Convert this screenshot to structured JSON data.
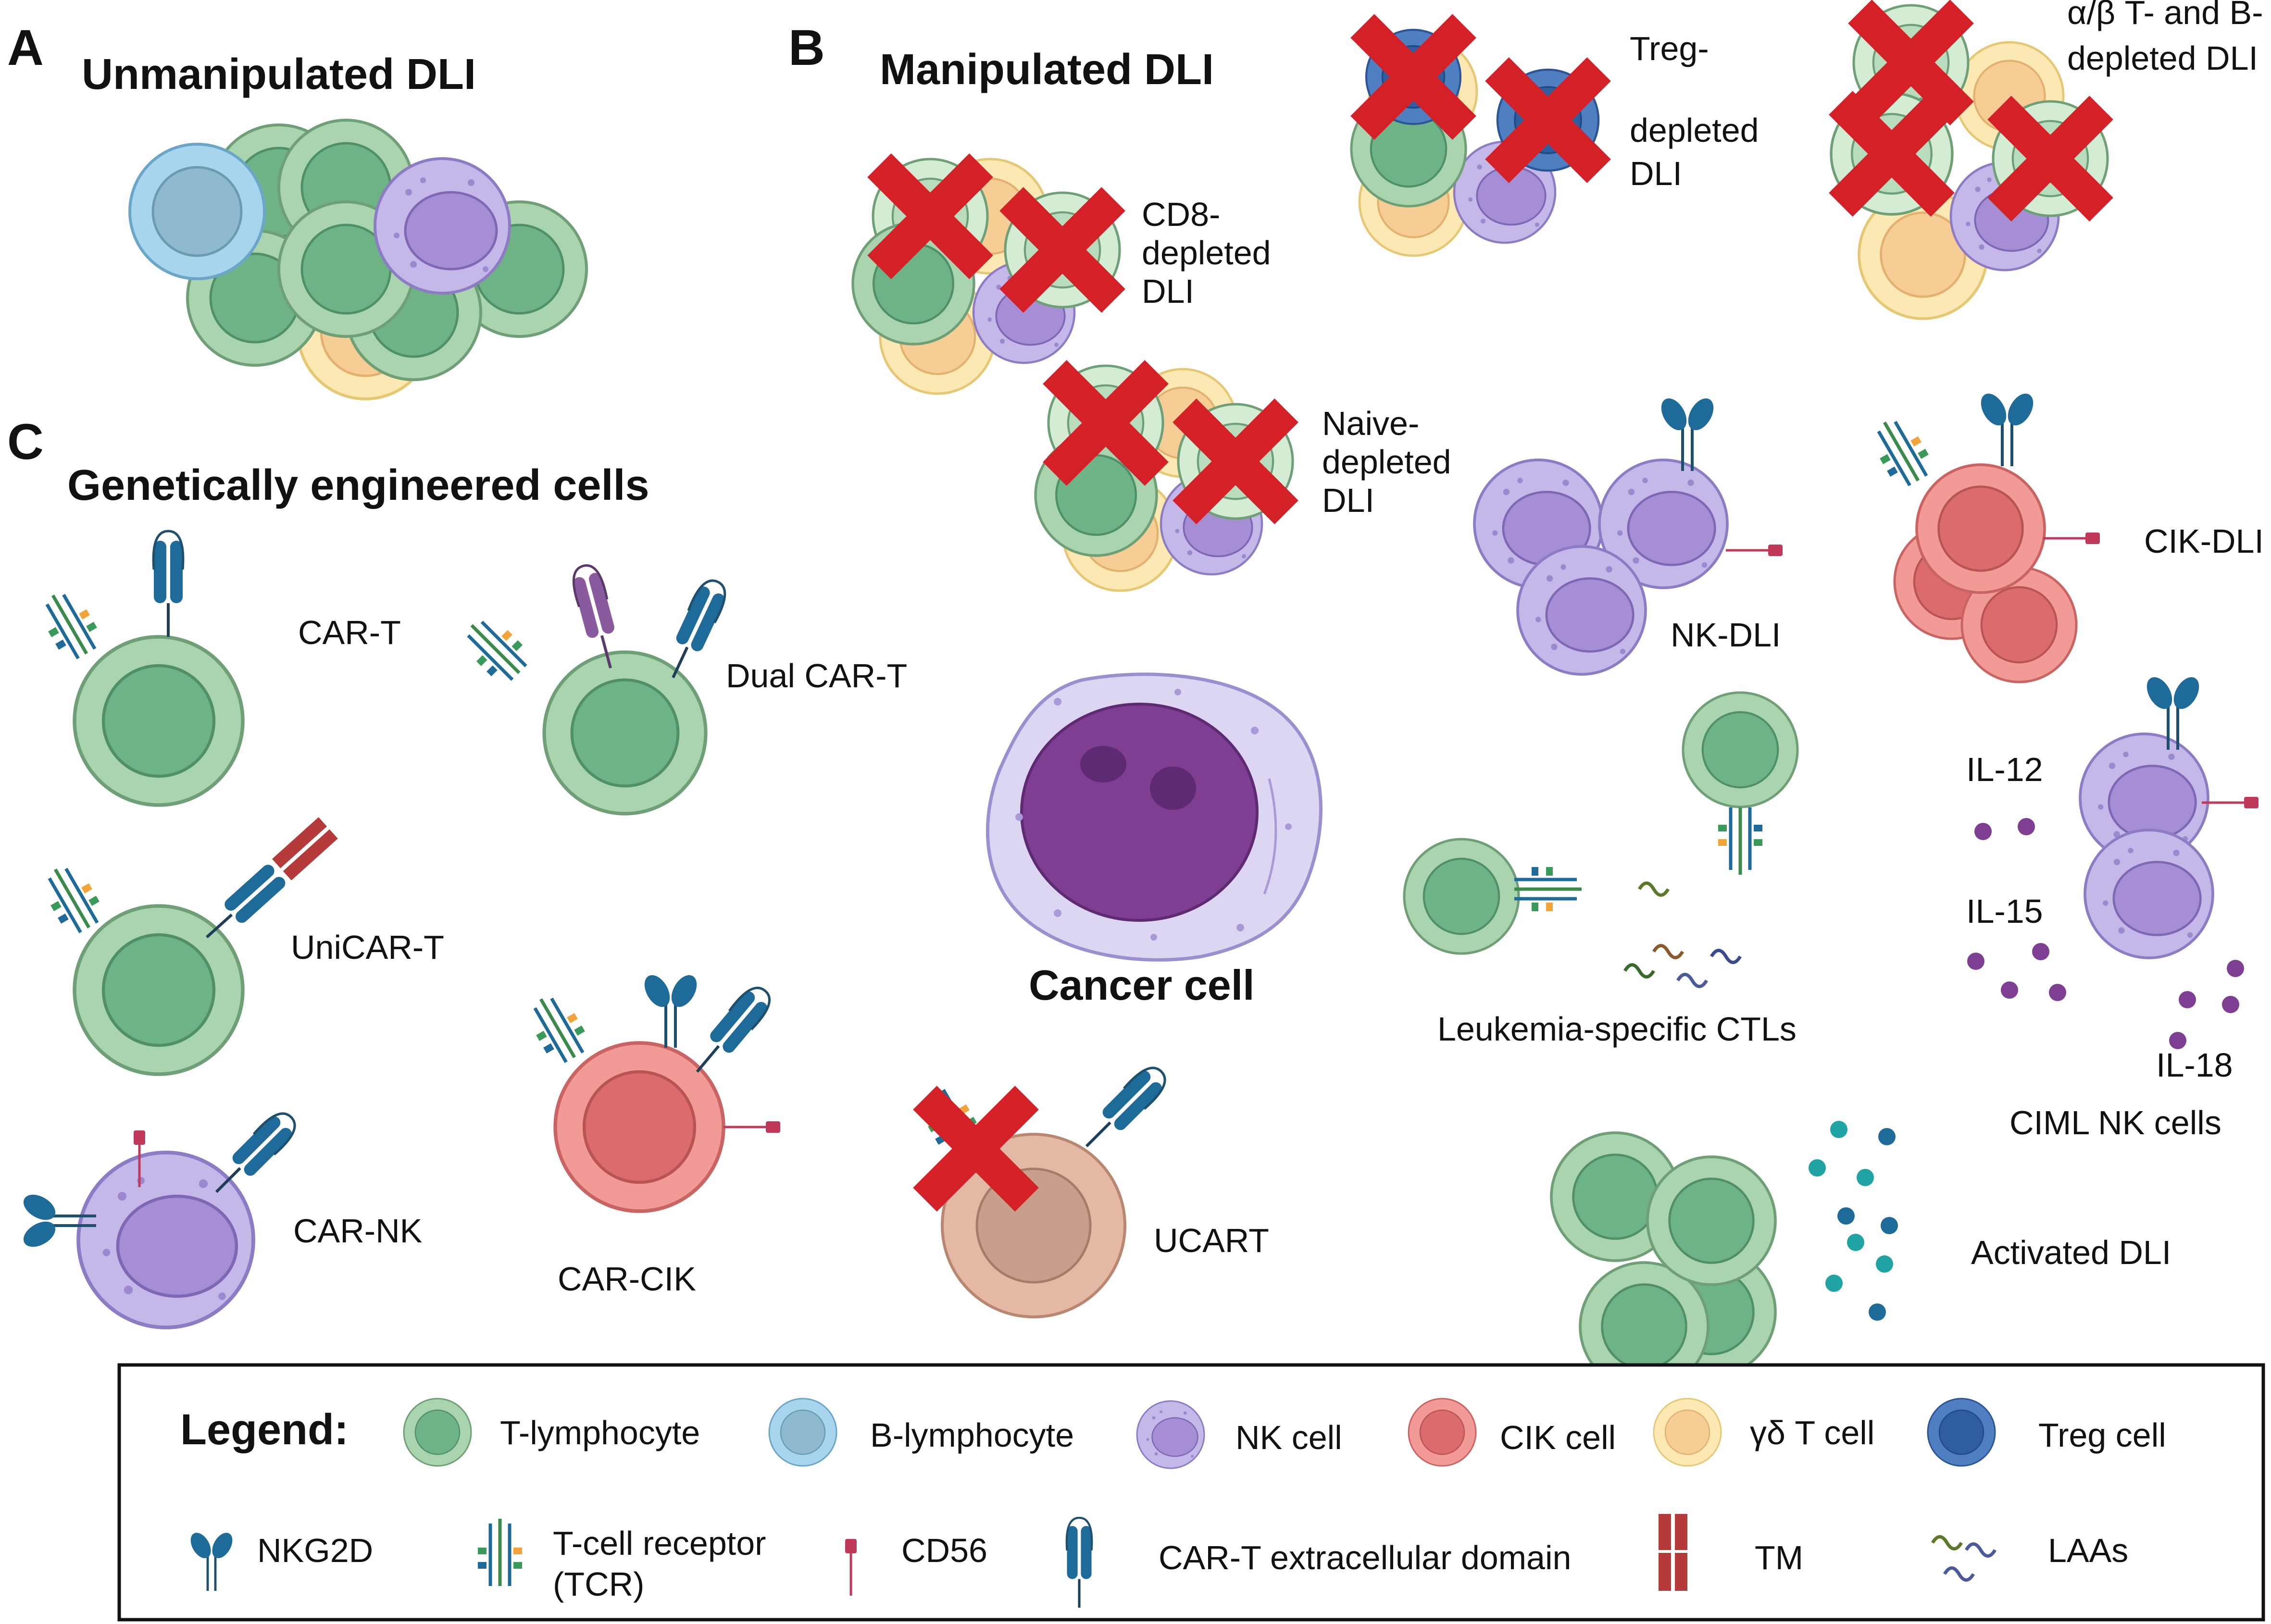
{
  "panels": {
    "a": {
      "letter": "A",
      "title": "Unmanipulated DLI"
    },
    "b": {
      "letter": "B",
      "title": "Manipulated DLI",
      "items": {
        "cd8": [
          "CD8-",
          "depleted",
          "DLI"
        ],
        "treg": [
          "Treg-",
          "depleted",
          "DLI"
        ],
        "ab": [
          "α/β T- and B-",
          "depleted DLI"
        ],
        "naive": [
          "Naive-",
          "depleted",
          "DLI"
        ],
        "nk": "NK-DLI",
        "cik": "CIK-DLI",
        "ctl": "Leukemia-specific CTLs",
        "ciml": "CIML NK cells",
        "il12": "IL-12",
        "il15": "IL-15",
        "il18": "IL-18",
        "activated": "Activated DLI",
        "cancer": "Cancer cell"
      }
    },
    "c": {
      "letter": "C",
      "title": "Genetically engineered cells",
      "items": {
        "cart": "CAR-T",
        "dual": "Dual CAR-T",
        "unicar": "UniCAR-T",
        "carnk": "CAR-NK",
        "carcik": "CAR-CIK",
        "ucart": "UCART"
      }
    }
  },
  "legend": {
    "title": "Legend:",
    "row1": [
      "T-lymphocyte",
      "B-lymphocyte",
      "NK cell",
      "CIK cell",
      "γδ T cell",
      "Treg cell"
    ],
    "row2": {
      "nkg2d": "NKG2D",
      "tcr": [
        "T-cell receptor",
        "(TCR)"
      ],
      "cd56": "CD56",
      "car": "CAR-T extracellular domain",
      "tm": "TM",
      "laa": "LAAs"
    }
  },
  "colors": {
    "t_cell": "#a9d4ad",
    "t_nucleus": "#6db386",
    "b_cell": "#a8d4ee",
    "b_nucleus": "#8fb9cc",
    "nk_cell": "#c3b8e8",
    "nk_nucleus": "#a58ed4",
    "cik_cell": "#f19a97",
    "cik_nucleus": "#dc6b6b",
    "gd_cell": "#fbe8b3",
    "gd_nucleus": "#f5cd95",
    "treg_cell": "#4f7ec1",
    "treg_nucleus": "#2f5ea0",
    "cancer_cell": "#ddd6f3",
    "cancer_nucleus": "#7e3f93",
    "cross": "#d42027",
    "receptor": "#1e6b9a",
    "cd56": "#c0395a",
    "car_purple": "#8a5a9e",
    "tm": "#b53a3a",
    "ucart": "#e3b8a5"
  }
}
